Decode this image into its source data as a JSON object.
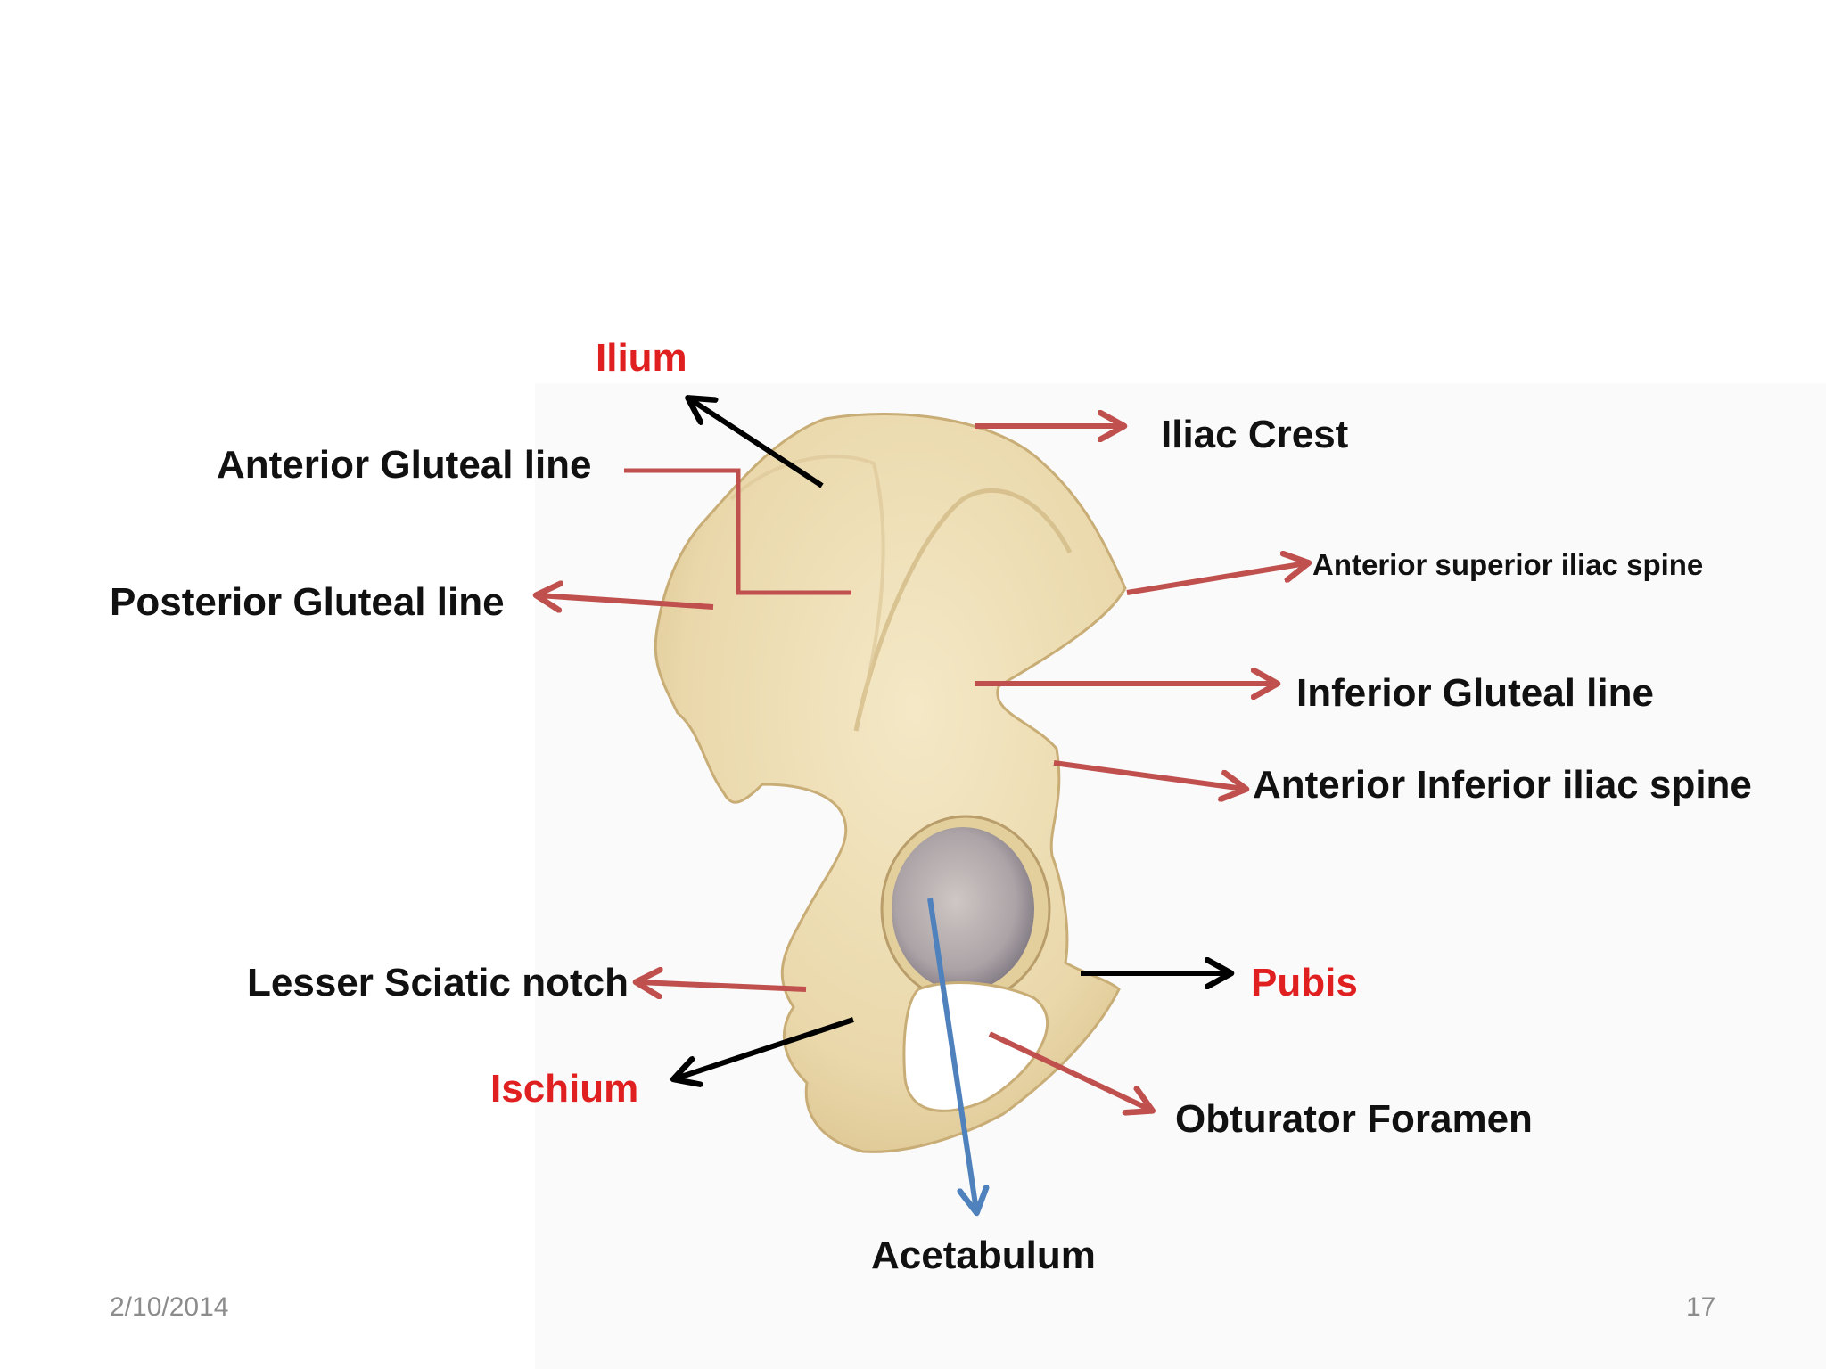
{
  "labels": {
    "ilium": "Ilium",
    "anterior_gluteal_line": "Anterior Gluteal line",
    "posterior_gluteal_line": "Posterior Gluteal line",
    "iliac_crest": "Iliac Crest",
    "anterior_superior_iliac_spine": "Anterior superior iliac spine",
    "inferior_gluteal_line": "Inferior Gluteal line",
    "anterior_inferior_iliac_spine": "Anterior Inferior iliac spine",
    "lesser_sciatic_notch": "Lesser Sciatic notch",
    "pubis": "Pubis",
    "ischium": "Ischium",
    "obturator_foramen": "Obturator Foramen",
    "acetabulum": "Acetabulum"
  },
  "footer": {
    "date": "2/10/2014",
    "page_number": "17"
  },
  "colors": {
    "bone_label": "#e02020",
    "feature_label": "#111111",
    "feature_arrow": "#c0504d",
    "bone_arrow": "#000000",
    "acetabulum_arrow": "#4f81bd",
    "bone_fill": "#ecdcb4",
    "footer_text": "#8c8c8c"
  }
}
